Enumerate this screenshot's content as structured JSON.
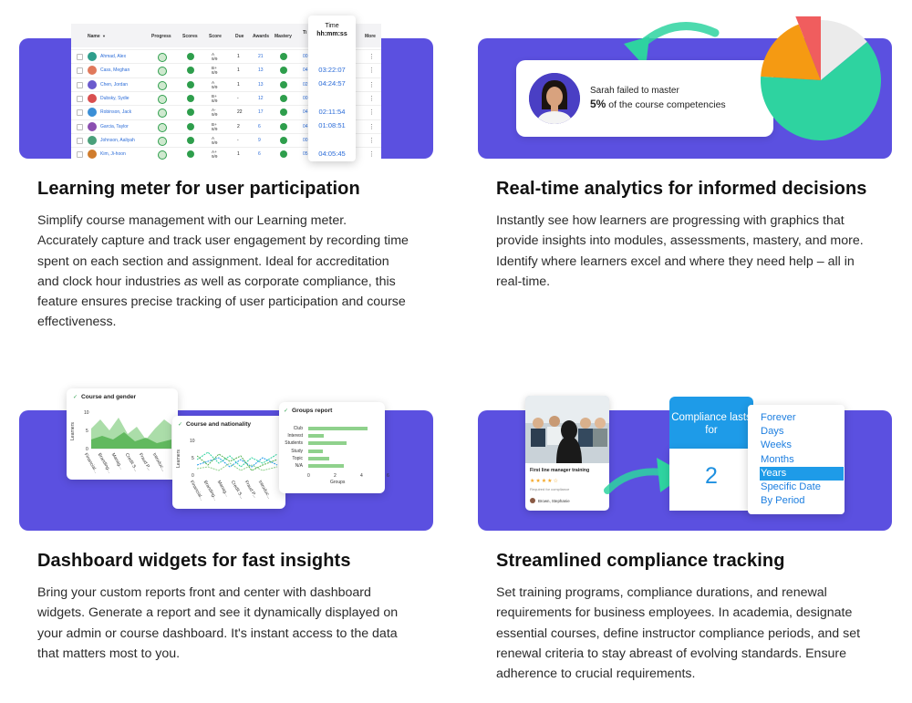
{
  "features": [
    {
      "title": "Learning meter for user participation",
      "body_lines": [
        "Simplify course management with our Learning meter.",
        "Accurately capture and track user engagement by recording time",
        "spent on each section and assignment. Ideal for accreditation",
        "and clock hour industries",
        "well as corporate compliance, this",
        "feature ensures precise tracking of user participation and course",
        "effectiveness."
      ],
      "body_emphasis": "as"
    },
    {
      "title": "Real-time analytics for informed decisions",
      "body_lines": [
        "Instantly see how learners are progressing with graphics that",
        "provide insights into modules, assessments, mastery, and more.",
        "Identify where learners excel and where they need help – all in",
        "real-time."
      ]
    },
    {
      "title": "Dashboard widgets for fast insights",
      "body_lines": [
        "Bring your custom reports front and center with dashboard",
        "widgets. Generate a report and see it dynamically displayed on",
        "your admin or course dashboard. It's instant access to the data",
        "that matters most to you."
      ]
    },
    {
      "title": "Streamlined compliance tracking",
      "body_lines": [
        "Set training programs, compliance durations, and renewal",
        "requirements for business employees. In academia, designate",
        "essential courses, define instructor compliance periods, and set",
        "renewal criteria to stay abreast of evolving standards. Ensure",
        "adherence to crucial requirements."
      ]
    }
  ],
  "learning_table": {
    "columns": [
      "Name",
      "Progress",
      "Scores",
      "Score",
      "Due",
      "Awards",
      "Mastery",
      "Ti",
      "More"
    ],
    "time_header": [
      "Time",
      "hh:mm:ss"
    ],
    "rows": [
      {
        "name": "Ahmad, Alex",
        "grade": [
          "A",
          "9/9"
        ],
        "due": "1",
        "awards": "21",
        "ex": "00",
        "time": "03:22:07",
        "avatar": "#2e9e8c"
      },
      {
        "name": "Cass, Meghan",
        "grade": [
          "B+",
          "8/9"
        ],
        "due": "1",
        "awards": "13",
        "ex": "04",
        "time": "04:24:57",
        "avatar": "#e0795b"
      },
      {
        "name": "Chen, Jordan",
        "grade": [
          "A",
          "9/9"
        ],
        "due": "1",
        "awards": "13",
        "ex": "02",
        "time": "",
        "avatar": "#6a5acd"
      },
      {
        "name": "Dubsky, Sydie",
        "grade": [
          "B+",
          "8/9"
        ],
        "due": "-",
        "awards": "12",
        "ex": "00",
        "time": "02:11:54",
        "avatar": "#d94f4f"
      },
      {
        "name": "Robinson, Jack",
        "grade": [
          "A-",
          "9/9"
        ],
        "due": "22",
        "awards": "17",
        "ex": "04",
        "time": "01:08:51",
        "avatar": "#3b8fd6"
      },
      {
        "name": "Garcia, Taylor",
        "grade": [
          "B+",
          "8/9"
        ],
        "due": "2",
        "awards": "6",
        "ex": "04",
        "time": "",
        "avatar": "#8b4fb0"
      },
      {
        "name": "Johnson, Aaliyah",
        "grade": [
          "A",
          "9/9"
        ],
        "due": "-",
        "awards": "9",
        "ex": "00",
        "time": "04:05:45",
        "avatar": "#4aa07a"
      },
      {
        "name": "Kim, Ji-hoon",
        "grade": [
          "A+",
          "9/9"
        ],
        "due": "1",
        "awards": "6",
        "ex": "05",
        "time": "",
        "avatar": "#d07c2c"
      }
    ]
  },
  "analytics": {
    "line1": "Sarah failed to master",
    "line2_bold": "5%",
    "line2_rest": " of the course competencies",
    "pie": {
      "slices": [
        {
          "value": 62,
          "color": "#2ed3a0"
        },
        {
          "value": 18,
          "color": "#f59a12"
        },
        {
          "value": 6,
          "color": "#f05d5e"
        },
        {
          "value": 14,
          "color": "#ebebeb"
        }
      ]
    },
    "colors": {
      "arrow": "#2ed3a0",
      "banner": "#5b50e0"
    }
  },
  "dashboard": {
    "course_gender": {
      "title": "Course and gender",
      "ylabel": "Learners",
      "yticks": [
        "10",
        "5",
        "0"
      ],
      "xlabels": [
        "Financial...",
        "Branding...",
        "Manag...",
        "Credit S...",
        "Fraud P...",
        "Introduc..."
      ]
    },
    "course_nationality": {
      "title": "Course and nationality",
      "ylabel": "Learners",
      "yticks": [
        "10",
        "5",
        "0"
      ],
      "xlabels": [
        "Financial...",
        "Branding...",
        "Manag...",
        "Credit S...",
        "Fraud P...",
        "Introduc..."
      ]
    },
    "groups_report": {
      "title": "Groups report",
      "categories": [
        "Club",
        "Interest",
        "Students",
        "Study",
        "Topic",
        "N/A"
      ],
      "values": [
        4.5,
        1.2,
        2.9,
        1.1,
        1.6,
        2.7
      ],
      "xticks": [
        "0",
        "2",
        "4",
        "6"
      ],
      "xlabel": "Groups"
    }
  },
  "compliance": {
    "card_title": "First line manager training",
    "card_stars": "★★★★☆",
    "card_meta": "Required for compliance",
    "card_user": "Brown, Stephanie",
    "blue_text": "Compliance lasts for",
    "number": "2",
    "options": [
      "Forever",
      "Days",
      "Weeks",
      "Months",
      "Years",
      "Specific Date",
      "By Period"
    ],
    "selected": "Years"
  }
}
